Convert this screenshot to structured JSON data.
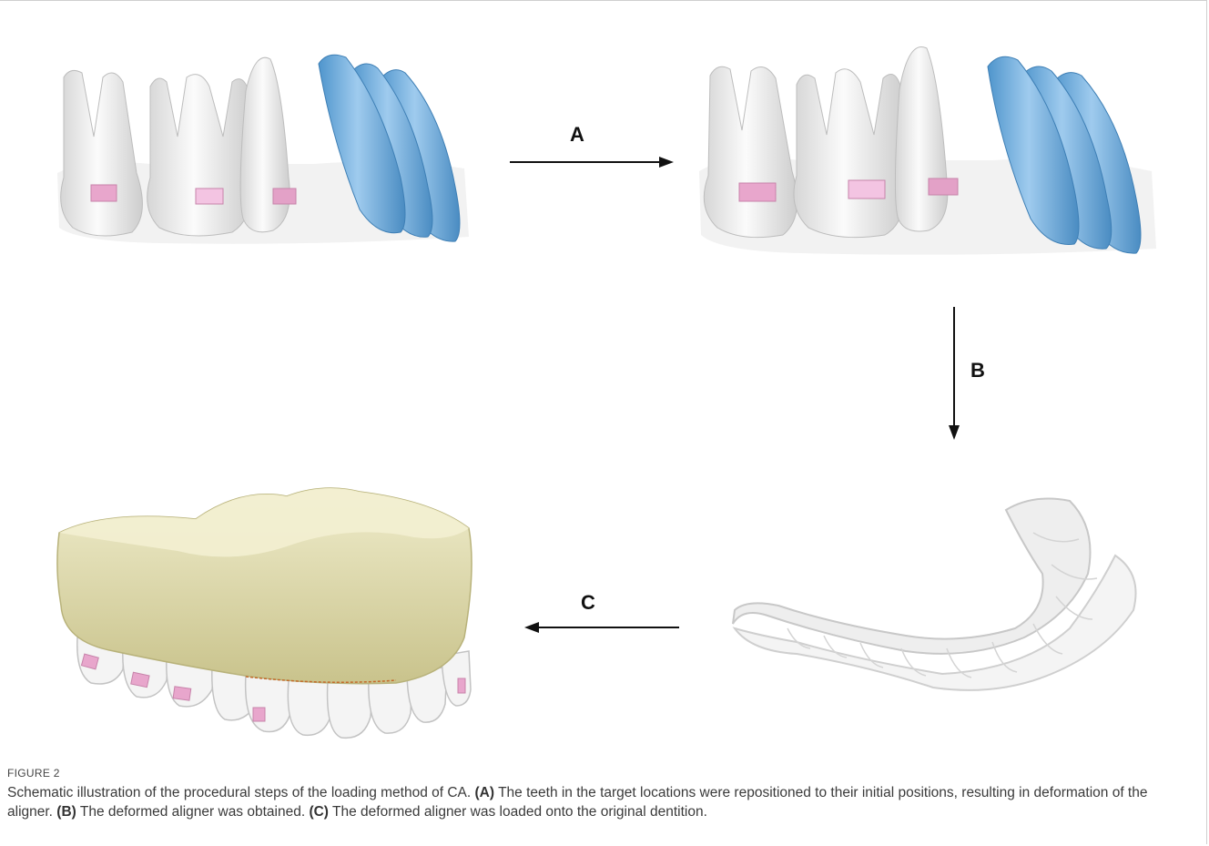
{
  "steps": {
    "a": "A",
    "b": "B",
    "c": "C"
  },
  "figure": {
    "label": "FIGURE 2",
    "caption_intro": "Schematic illustration of the procedural steps of the loading method of CA. ",
    "caption_a_tag": "(A)",
    "caption_a_text": " The teeth in the target locations were repositioned to their initial positions, resulting in deformation of the aligner. ",
    "caption_b_tag": "(B)",
    "caption_b_text": " The deformed aligner was obtained. ",
    "caption_c_tag": "(C)",
    "caption_c_text": " The deformed aligner was loaded onto the original dentition."
  },
  "colors": {
    "tooth_white": "#f2f2f2",
    "tooth_shadow": "#c9c9c9",
    "tooth_blue": "#6eaede",
    "attachment_pink": "#e8a6cc",
    "model_base": "#ddd8a8",
    "arrow": "#111111"
  }
}
